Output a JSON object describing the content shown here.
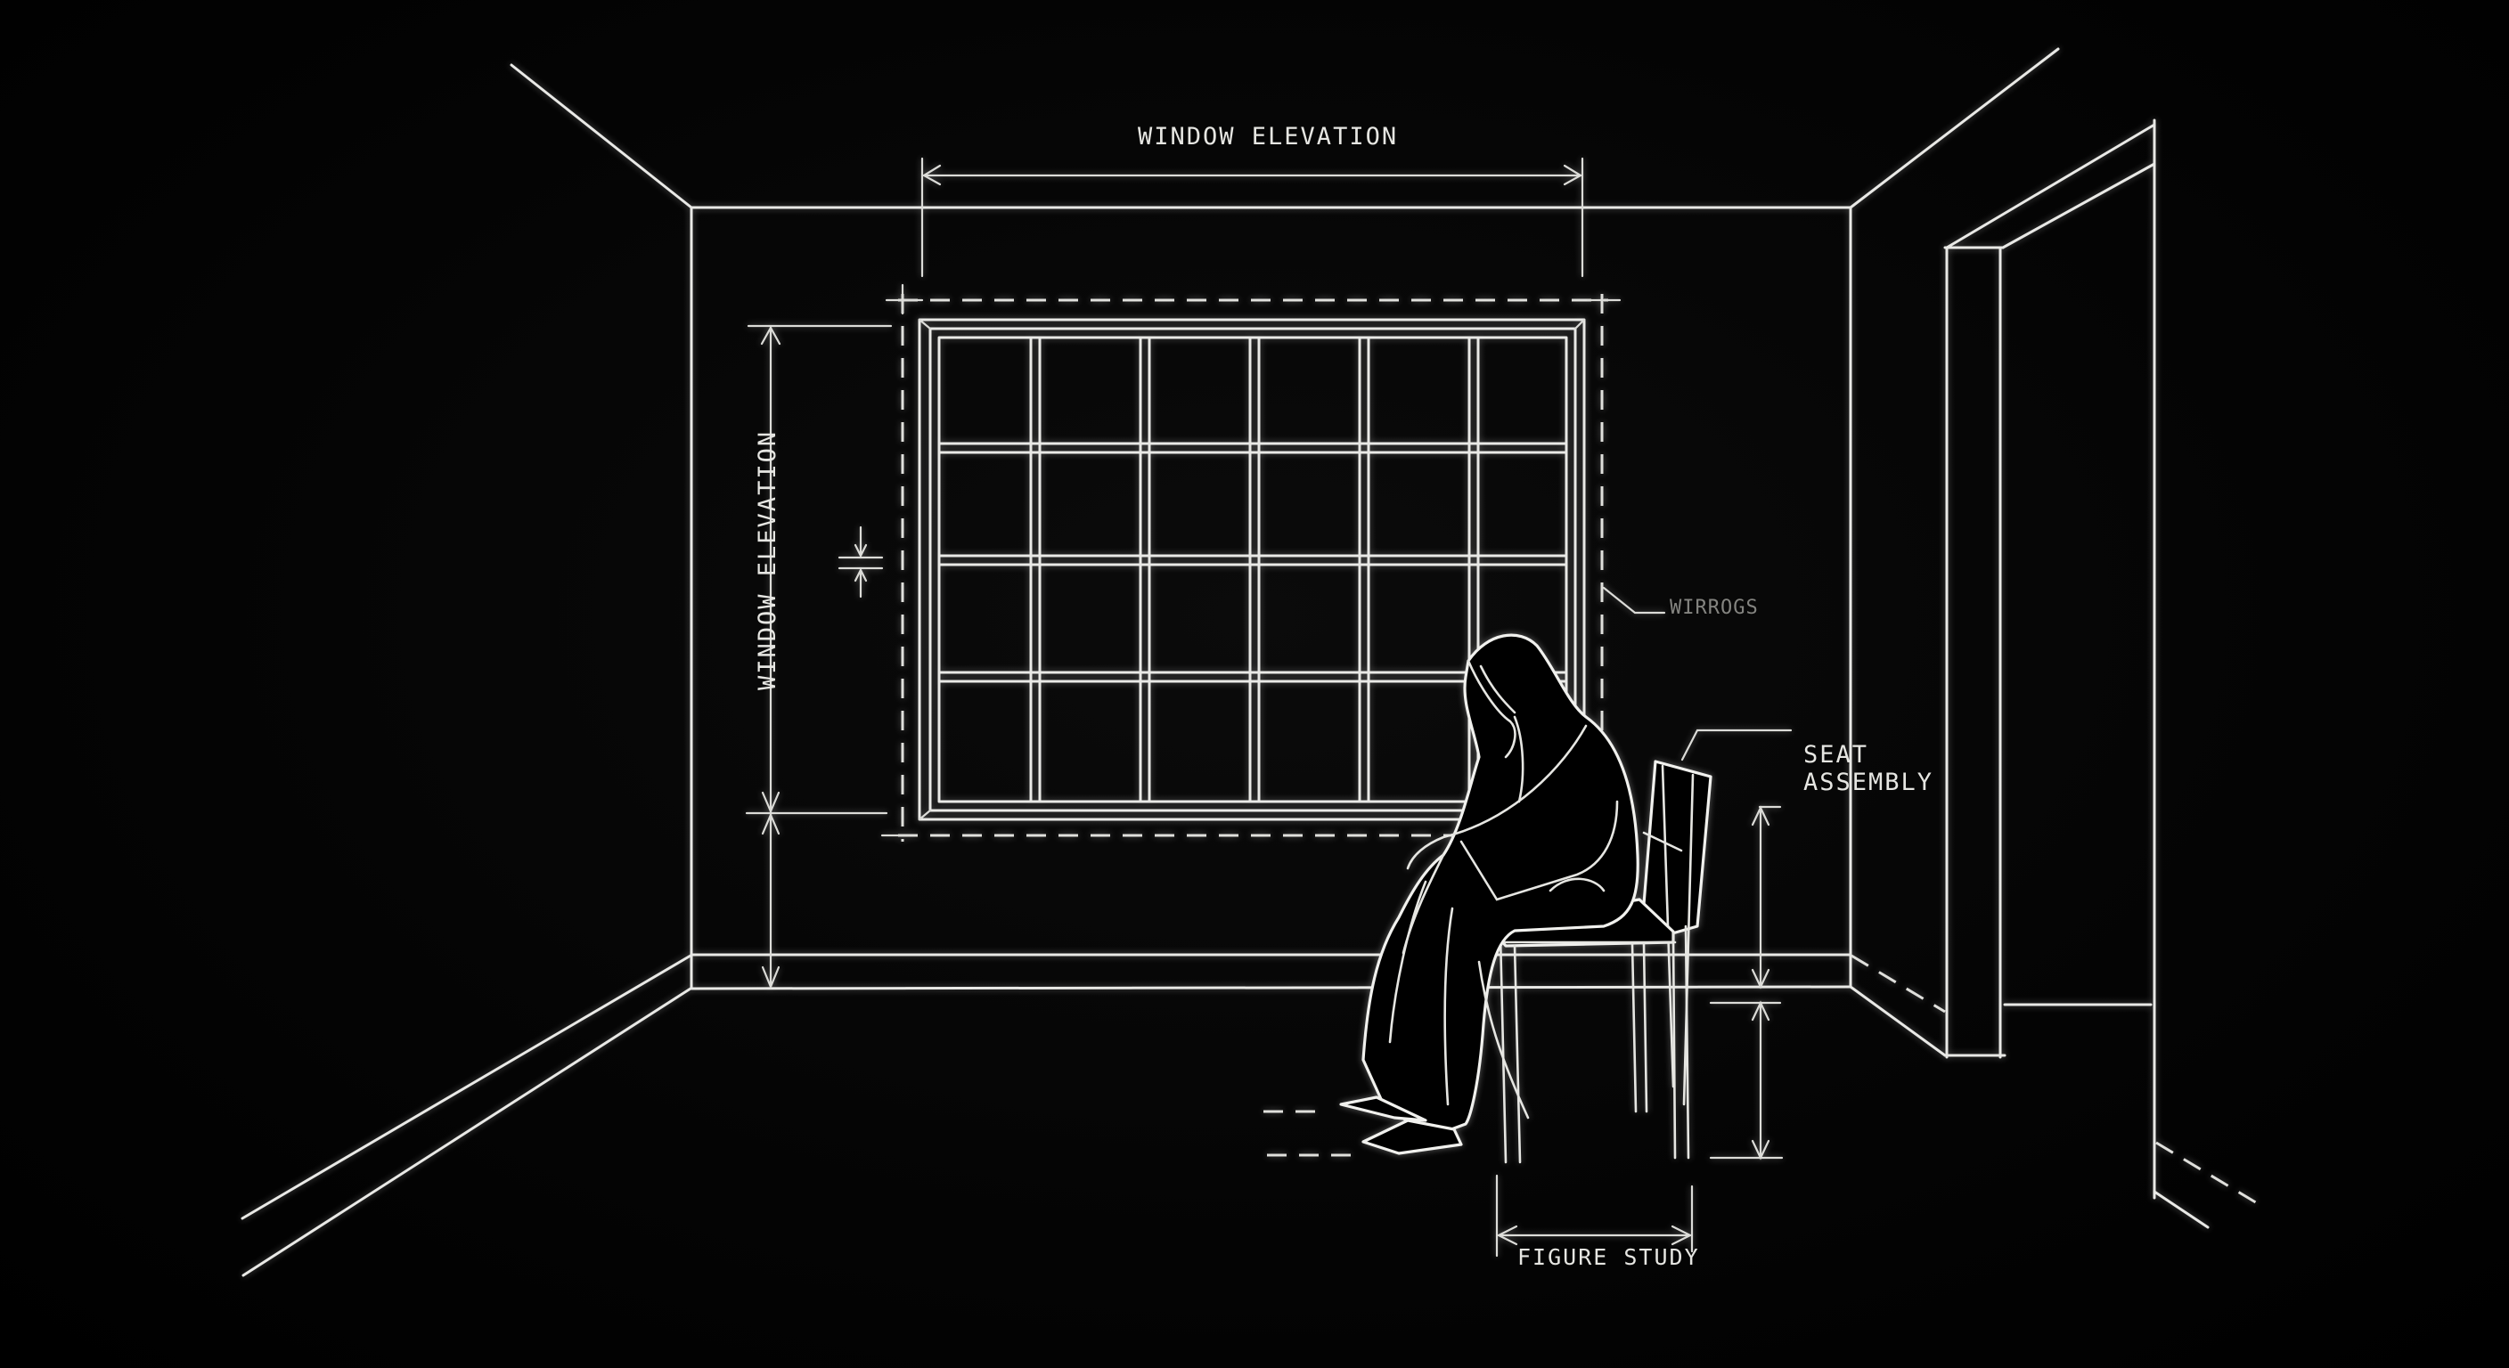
{
  "drawing": {
    "title": "Architectural line sketch of a room with a hooded seated figure",
    "style": {
      "background": "#020202",
      "line_color": "#e9e9e6",
      "muted_label_color": "#9a9a96"
    },
    "labels": {
      "window_elevation_horizontal": "WINDOW ELEVATION",
      "window_elevation_vertical": "WINDOW ELEVATION",
      "window_callout": "WIRROGS",
      "seat_assembly_line1": "SEAT",
      "seat_assembly_line2": "ASSEMBLY",
      "figure_study": "FIGURE STUDY"
    },
    "elements": {
      "window_grid": {
        "columns": 6,
        "rows": 4
      },
      "room": [
        "back-wall",
        "ceiling-lines",
        "floor-lines",
        "baseboard"
      ],
      "doorway": "right wall opening",
      "figure": "hooded cloaked figure seated on chair, head bowed",
      "chair": "wooden chair with slatted back"
    }
  }
}
